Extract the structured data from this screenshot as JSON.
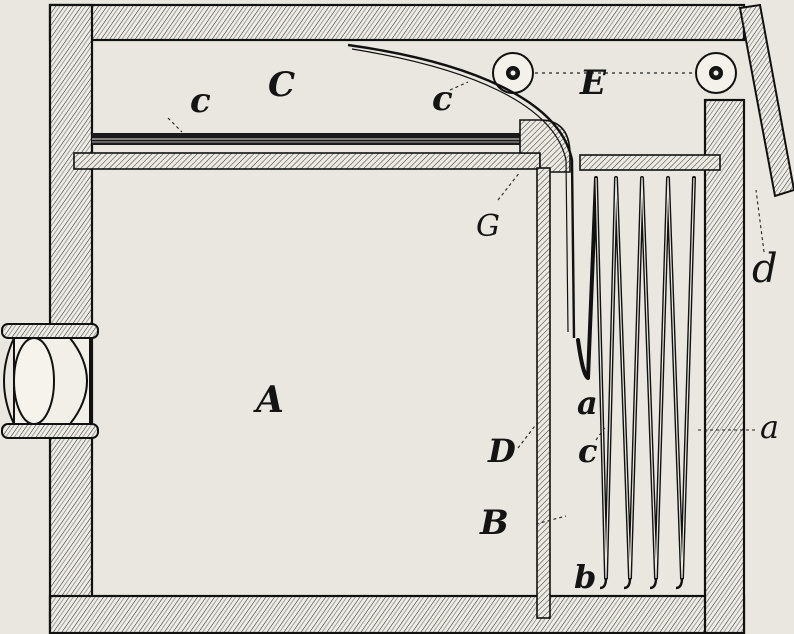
{
  "labels": {
    "A": "A",
    "B": "B",
    "C": "C",
    "D": "D",
    "E": "E",
    "G": "G",
    "c_top_left": "c",
    "c_top_mid": "c",
    "c_mid": "c",
    "a_mid": "a",
    "a_right": "a",
    "b_bottom": "b",
    "d_right": "d"
  },
  "colors": {
    "paper": "#e9e7df",
    "ink": "#141414"
  }
}
